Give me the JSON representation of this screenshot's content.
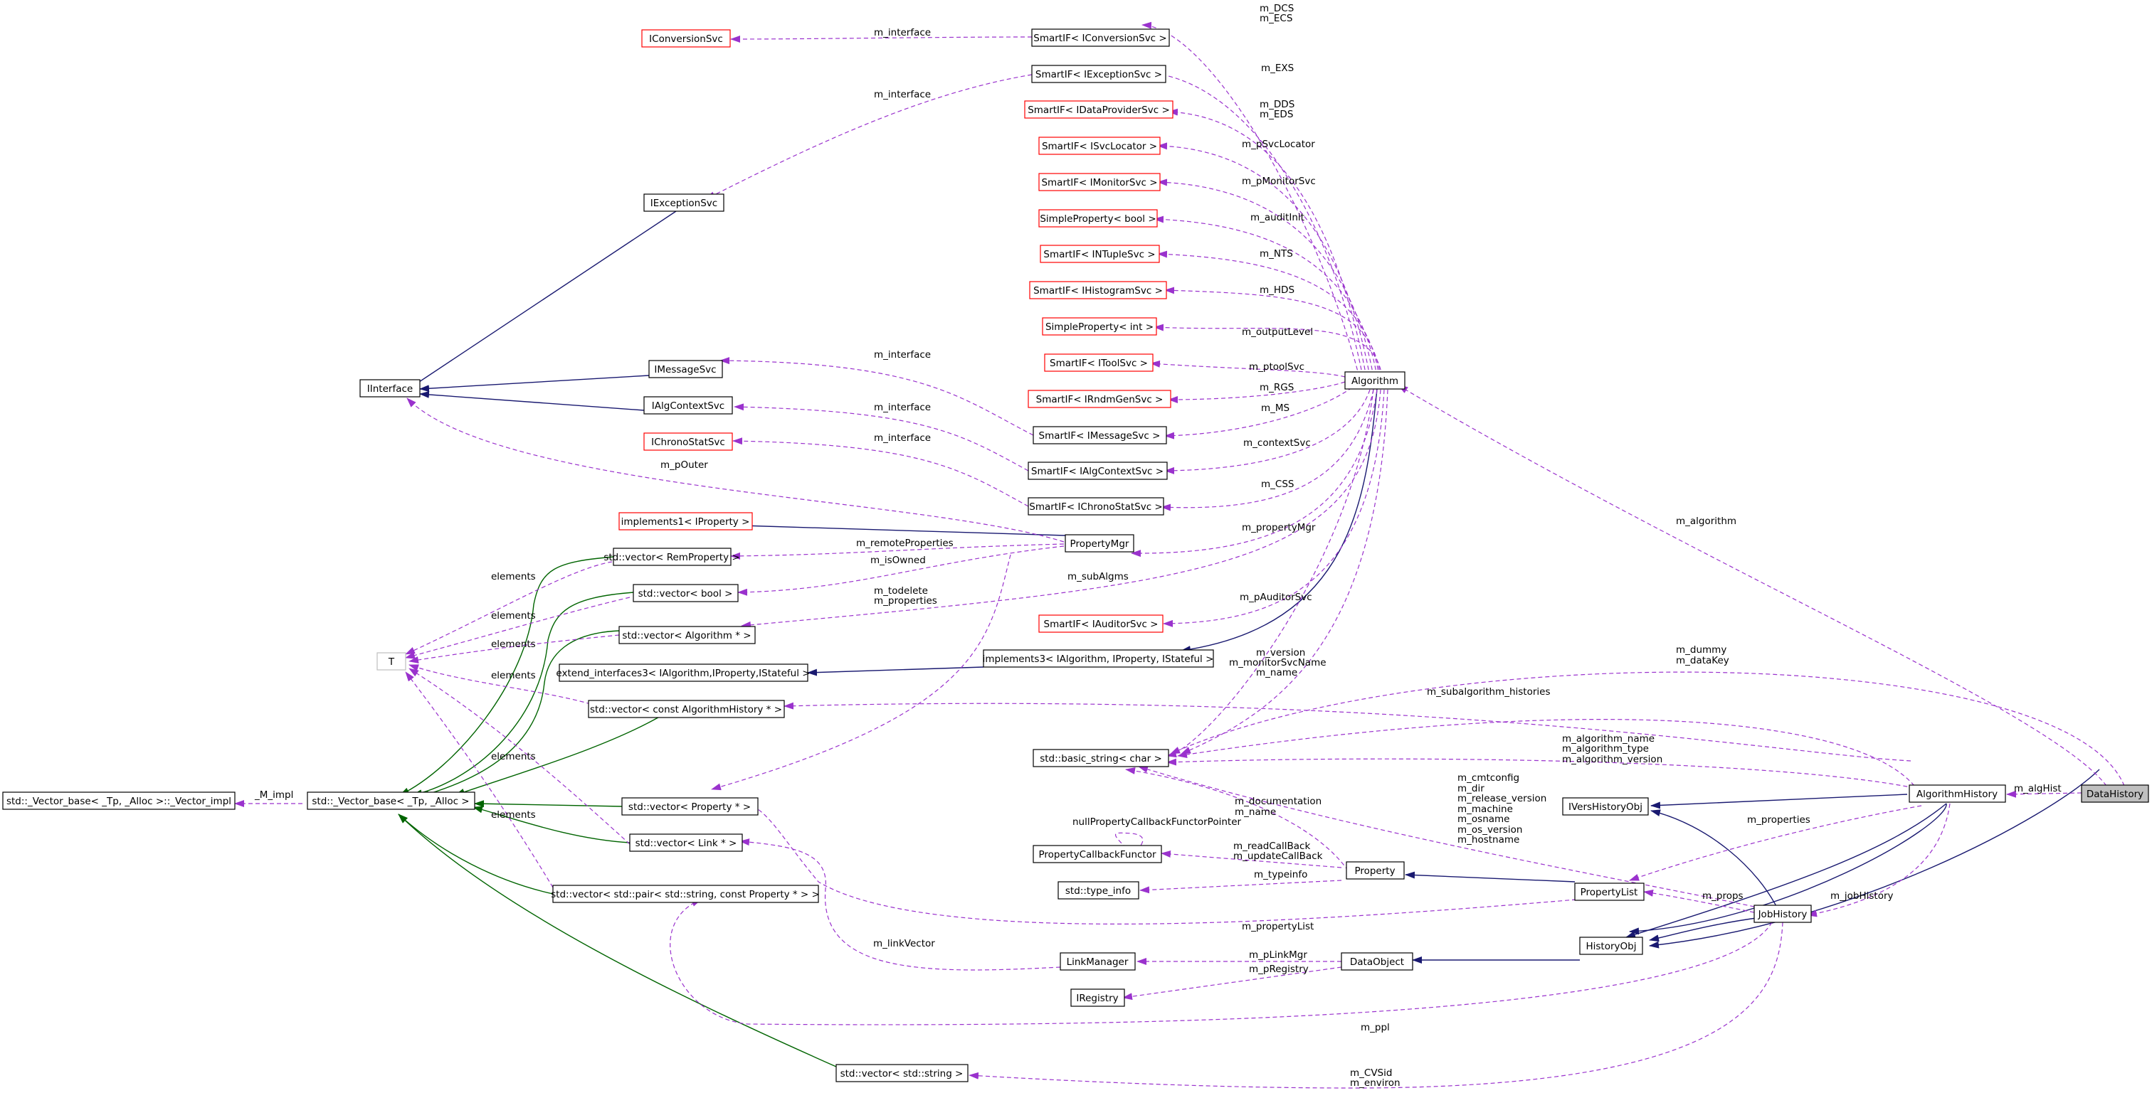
{
  "colors": {
    "usage_edge": "#9a32cd",
    "inheritance_edge": "#191970",
    "template_edge": "#006400",
    "undocumented_border": "#ff0000",
    "selected_fill": "#bfbfbf"
  },
  "nodes": {
    "DataHistory": "DataHistory",
    "AlgorithmHistory": "AlgorithmHistory",
    "JobHistory": "JobHistory",
    "HistoryObj": "HistoryObj",
    "IVersHistoryObj": "IVersHistoryObj",
    "PropertyList": "PropertyList",
    "Algorithm": "Algorithm",
    "DataObject": "DataObject",
    "Property": "Property",
    "PropertyMgr": "PropertyMgr",
    "LinkManager": "LinkManager",
    "IRegistry": "IRegistry",
    "std_string_vec": "std::vector< std::string >",
    "basic_string": "std::basic_string< char >",
    "PropertyCallbackFunctor": "PropertyCallbackFunctor",
    "type_info": "std::type_info",
    "implements3": "implements3< IAlgorithm, IProperty, IStateful >",
    "extend_interfaces3": "extend_interfaces3< IAlgorithm,IProperty,IStateful >",
    "implements1": "implements1< IProperty >",
    "IInterface": "IInterface",
    "IExceptionSvc": "IExceptionSvc",
    "IMessageSvc": "IMessageSvc",
    "IAlgContextSvc": "IAlgContextSvc",
    "IChronoStatSvc": "IChronoStatSvc",
    "IConversionSvc": "IConversionSvc",
    "T": "T",
    "Vector_base": "std::_Vector_base< _Tp, _Alloc >",
    "Vector_impl": "std::_Vector_base< _Tp, _Alloc >::_Vector_impl",
    "vec_RemProperty": "std::vector< RemProperty >",
    "vec_bool": "std::vector< bool >",
    "vec_Algorithm": "std::vector< Algorithm * >",
    "vec_AlgorithmHistory": "std::vector< const AlgorithmHistory * >",
    "vec_Property": "std::vector< Property * >",
    "vec_Link": "std::vector< Link * >",
    "vec_pair": "std::vector< std::pair< std::string, const Property * > >",
    "SIF_Conversion": "SmartIF< IConversionSvc >",
    "SIF_Exception": "SmartIF< IExceptionSvc >",
    "SIF_DataProvider": "SmartIF< IDataProviderSvc >",
    "SIF_SvcLocator": "SmartIF< ISvcLocator >",
    "SIF_Monitor": "SmartIF< IMonitorSvc >",
    "SP_bool": "SimpleProperty< bool >",
    "SIF_NTuple": "SmartIF< INTupleSvc >",
    "SIF_Histogram": "SmartIF< IHistogramSvc >",
    "SP_int": "SimpleProperty< int >",
    "SIF_Tool": "SmartIF< IToolSvc >",
    "SIF_Rndm": "SmartIF< IRndmGenSvc >",
    "SIF_Message": "SmartIF< IMessageSvc >",
    "SIF_AlgContext": "SmartIF< IAlgContextSvc >",
    "SIF_Chrono": "SmartIF< IChronoStatSvc >",
    "SIF_Auditor": "SmartIF< IAuditorSvc >"
  },
  "labels": {
    "m_algHist": "m_algHist",
    "m_algorithm": "m_algorithm",
    "m_dummy": "m_dummy",
    "m_dataKey": "m_dataKey",
    "m_subalgorithm_histories": "m_subalgorithm_histories",
    "m_algorithm_name": "m_algorithm_name",
    "m_algorithm_type": "m_algorithm_type",
    "m_algorithm_version": "m_algorithm_version",
    "m_properties_ah": "m_properties",
    "m_jobHistory": "m_jobHistory",
    "m_cmtconfig": "m_cmtconfig",
    "m_dir": "m_dir",
    "m_release_version": "m_release_version",
    "m_machine": "m_machine",
    "m_osname": "m_osname",
    "m_os_version": "m_os_version",
    "m_hostname": "m_hostname",
    "m_props": "m_props",
    "m_ppl": "m_ppl",
    "m_CVSid": "m_CVSid",
    "m_environ": "m_environ",
    "m_version": "m_version",
    "m_monitorSvcName": "m_monitorSvcName",
    "m_name": "m_name",
    "m_documentation": "m_documentation",
    "m_name_prop": "m_name",
    "nullPropertyCallbackFunctorPointer": "nullPropertyCallbackFunctorPointer",
    "m_readCallBack": "m_readCallBack",
    "m_updateCallBack": "m_updateCallBack",
    "m_typeinfo": "m_typeinfo",
    "m_propertyList": "m_propertyList",
    "m_pLinkMgr": "m_pLinkMgr",
    "m_pRegistry": "m_pRegistry",
    "m_linkVector": "m_linkVector",
    "M_impl": "_M_impl",
    "elements": "elements",
    "m_DCS": "m_DCS",
    "m_ECS": "m_ECS",
    "m_EXS": "m_EXS",
    "m_DDS": "m_DDS",
    "m_EDS": "m_EDS",
    "m_pSvcLocator": "m_pSvcLocator",
    "m_pMonitorSvc": "m_pMonitorSvc",
    "m_auditInit": "m_auditInit",
    "m_NTS": "m_NTS",
    "m_HDS": "m_HDS",
    "m_outputLevel": "m_outputLevel",
    "m_ptoolSvc": "m_ptoolSvc",
    "m_RGS": "m_RGS",
    "m_MS": "m_MS",
    "m_contextSvc": "m_contextSvc",
    "m_CSS": "m_CSS",
    "m_propertyMgr": "m_propertyMgr",
    "m_subAlgms": "m_subAlgms",
    "m_pAuditorSvc": "m_pAuditorSvc",
    "m_interface": "m_interface",
    "m_pOuter": "m_pOuter",
    "m_remoteProperties": "m_remoteProperties",
    "m_isOwned": "m_isOwned",
    "m_todelete": "m_todelete",
    "m_properties_pm": "m_properties"
  }
}
